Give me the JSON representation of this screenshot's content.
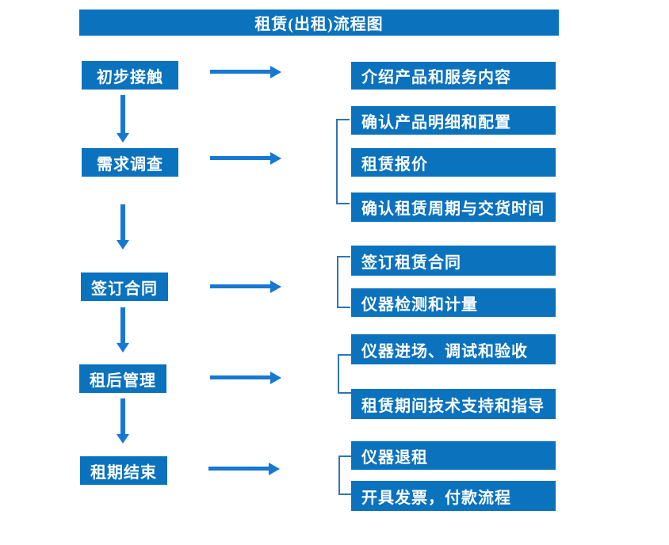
{
  "title": "租赁(出租)流程图",
  "colors": {
    "box_blue": "#0b72be",
    "arrow_blue": "#1778d2",
    "bracket_blue": "#2e74b5",
    "text_white": "#ffffff",
    "background": "#ffffff"
  },
  "stages": [
    {
      "label": "初步接触",
      "outputs": [
        "介绍产品和服务内容"
      ]
    },
    {
      "label": "需求调查",
      "outputs": [
        "确认产品明细和配置",
        "租赁报价",
        "确认租赁周期与交货时间"
      ]
    },
    {
      "label": "签订合同",
      "outputs": [
        "签订租赁合同",
        "仪器检测和计量"
      ]
    },
    {
      "label": "租后管理",
      "outputs": [
        "仪器进场、调试和验收",
        "租赁期间技术支持和指导"
      ]
    },
    {
      "label": "租期结束",
      "outputs": [
        "仪器退租",
        "开具发票，付款流程"
      ]
    }
  ]
}
